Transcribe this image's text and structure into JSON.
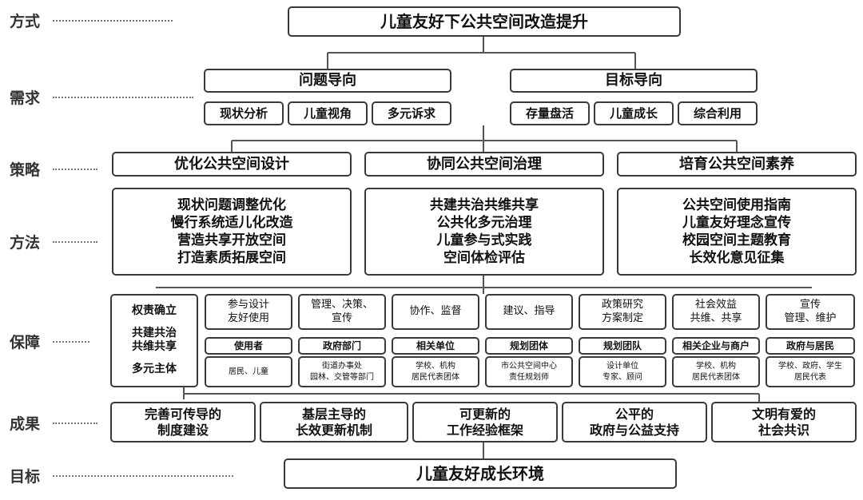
{
  "labels": [
    "方式",
    "需求",
    "策略",
    "方法",
    "保障",
    "成果",
    "目标"
  ],
  "top": "儿童友好下公共空间改造提升",
  "needs": {
    "left": {
      "title": "问题导向",
      "items": [
        "现状分析",
        "儿童视角",
        "多元诉求"
      ]
    },
    "right": {
      "title": "目标导向",
      "items": [
        "存量盘活",
        "儿童成长",
        "综合利用"
      ]
    }
  },
  "strategies": [
    "优化公共空间设计",
    "协同公共空间治理",
    "培育公共空间素养"
  ],
  "methods": [
    [
      "现状问题调整优化",
      "慢行系统适儿化改造",
      "营造共享开放空间",
      "打造素质拓展空间"
    ],
    [
      "共建共治共维共享",
      "公共化多元治理",
      "儿童参与式实践",
      "空间体检评估"
    ],
    [
      "公共空间使用指南",
      "儿童友好理念宣传",
      "校园空间主题教育",
      "长效化意见征集"
    ]
  ],
  "guarantee": {
    "left": [
      "权责确立",
      "共建共治",
      "共维共享",
      "多元主体"
    ],
    "roles": [
      [
        "参与设计",
        "友好使用"
      ],
      [
        "管理、决策、",
        "宣传"
      ],
      [
        "协作、监督"
      ],
      [
        "建议、指导"
      ],
      [
        "政策研究",
        "方案制定"
      ],
      [
        "社会效益",
        "共维、共享"
      ],
      [
        "宣传",
        "管理、维护"
      ]
    ],
    "actors": [
      "使用者",
      "政府部门",
      "相关单位",
      "规划团体",
      "规划团队",
      "相关企业与商户",
      "政府与居民"
    ],
    "details": [
      [
        "居民、儿童"
      ],
      [
        "街道办事处",
        "园林、交管等部门"
      ],
      [
        "学校、机构",
        "居民代表团体"
      ],
      [
        "市公共空间中心",
        "责任规划师"
      ],
      [
        "设计单位",
        "专家、顾问"
      ],
      [
        "学校、机构",
        "居民代表团体"
      ],
      [
        "学校、政府、学生",
        "居民代表"
      ]
    ]
  },
  "results": [
    [
      "完善可传导的",
      "制度建设"
    ],
    [
      "基层主导的",
      "长效更新机制"
    ],
    [
      "可更新的",
      "工作经验框架"
    ],
    [
      "公平的",
      "政府与公益支持"
    ],
    [
      "文明有爱的",
      "社会共识"
    ]
  ],
  "goal": "儿童友好成长环境",
  "colors": {
    "border": "#3a3a3a",
    "line": "#555555",
    "dots": "#777777"
  }
}
